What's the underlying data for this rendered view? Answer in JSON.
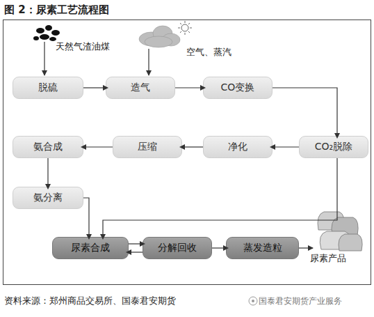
{
  "diagram": {
    "title": "图 2：尿素工艺流程图",
    "caption": "资料来源：郑州商品交易所、国泰君安期货",
    "nodes": [
      {
        "text": [
          "脱硫"
        ]
      },
      {
        "text": [
          "造气"
        ]
      },
      {
        "text": [
          "CO变换"
        ]
      },
      {
        "text": [
          "CO₂脱除"
        ]
      },
      {
        "text": [
          "净化"
        ]
      },
      {
        "text": [
          "压缩"
        ]
      },
      {
        "text": [
          "氨合成"
        ]
      },
      {
        "text": [
          "氨分离"
        ]
      },
      {
        "text": [
          "尿素合成"
        ]
      },
      {
        "text": [
          "分解回收"
        ]
      },
      {
        "text": [
          "蒸发造粒"
        ]
      }
    ],
    "edges": [
      {
        "from": 0,
        "to": 1,
        "arrow": "to"
      },
      {
        "from": 1,
        "to": 2,
        "arrow": "to"
      },
      {
        "from": 2,
        "to": 3,
        "arrow": "to"
      },
      {
        "from": 3,
        "to": 4,
        "arrow": "to"
      },
      {
        "from": 4,
        "to": 5,
        "arrow": "to"
      },
      {
        "from": 5,
        "to": 6,
        "arrow": "to"
      },
      {
        "from": 6,
        "to": 7,
        "arrow": "to"
      },
      {
        "from": 7,
        "to": 8,
        "arrow": "to"
      },
      {
        "from": 3,
        "to": 8,
        "arrow": "to"
      },
      {
        "from": 8,
        "to": 9,
        "arrow": "to"
      },
      {
        "from": 9,
        "to": 8,
        "arrow": "to"
      },
      {
        "from": 9,
        "to": 10,
        "arrow": "to"
      }
    ],
    "labels": [
      "天然气渣油煤",
      "空气、蒸汽",
      "尿素产品",
      "国泰君安期货产业服务"
    ]
  }
}
